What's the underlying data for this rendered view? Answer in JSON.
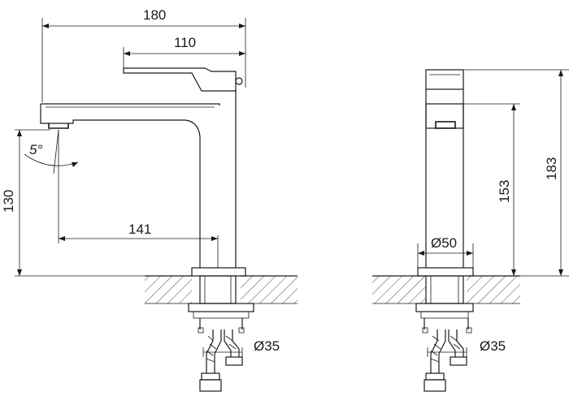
{
  "side_view": {
    "overall_width": "180",
    "handle_length": "110",
    "height_130": "130",
    "spout_reach": "141",
    "tilt_angle": "5°",
    "hose_diameter": "Ø35"
  },
  "front_view": {
    "overall_height": "183",
    "body_height": "153",
    "base_diameter": "Ø50",
    "hose_diameter": "Ø35"
  }
}
